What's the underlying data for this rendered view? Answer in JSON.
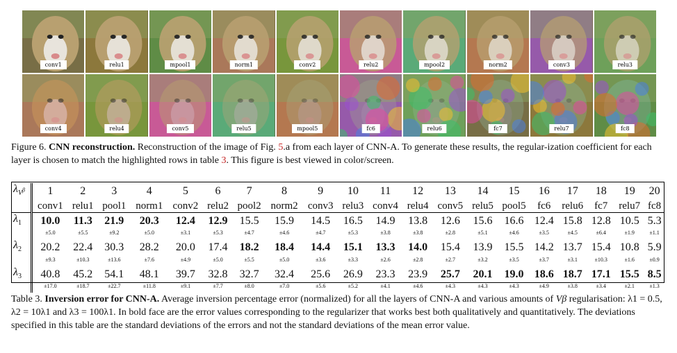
{
  "figure": {
    "row1": [
      "conv1",
      "relu1",
      "mpool1",
      "norm1",
      "conv2",
      "relu2",
      "mpool2",
      "norm2",
      "conv3",
      "relu3"
    ],
    "row2": [
      "conv4",
      "relu4",
      "conv5",
      "relu5",
      "mpool5",
      "fc6",
      "relu6",
      "fc7",
      "relu7",
      "fc8"
    ],
    "caption": {
      "prefix": "Figure 6. ",
      "title": "CNN reconstruction.",
      "text1": " Reconstruction of the image of Fig. ",
      "ref1": "5",
      "text2": ".a from each layer of CNN-A. To generate these results, the regular-ization coefficient for each layer is chosen to match the highlighted rows in table ",
      "ref2": "3",
      "text3": ". This figure is best viewed in color/screen."
    }
  },
  "table": {
    "corner": "λVβ",
    "numbers": [
      "1",
      "2",
      "3",
      "4",
      "5",
      "6",
      "7",
      "8",
      "9",
      "10",
      "11",
      "12",
      "13",
      "14",
      "15",
      "16",
      "17",
      "18",
      "19",
      "20"
    ],
    "layers": [
      "conv1",
      "relu1",
      "pool1",
      "norm1",
      "conv2",
      "relu2",
      "pool2",
      "norm2",
      "conv3",
      "relu3",
      "conv4",
      "relu4",
      "conv5",
      "relu5",
      "pool5",
      "fc6",
      "relu6",
      "fc7",
      "relu7",
      "fc8"
    ],
    "rows": [
      {
        "label": "λ1",
        "values": [
          "10.0",
          "11.3",
          "21.9",
          "20.3",
          "12.4",
          "12.9",
          "15.5",
          "15.9",
          "14.5",
          "16.5",
          "14.9",
          "13.8",
          "12.6",
          "15.6",
          "16.6",
          "12.4",
          "15.8",
          "12.8",
          "10.5",
          "5.3"
        ],
        "sd": [
          "±5.0",
          "±5.5",
          "±9.2",
          "±5.0",
          "±3.1",
          "±5.3",
          "±4.7",
          "±4.6",
          "±4.7",
          "±5.3",
          "±3.8",
          "±3.8",
          "±2.8",
          "±5.1",
          "±4.6",
          "±3.5",
          "±4.5",
          "±6.4",
          "±1.9",
          "±1.1"
        ],
        "bold": [
          0,
          1,
          2,
          3,
          4,
          5
        ]
      },
      {
        "label": "λ2",
        "values": [
          "20.2",
          "22.4",
          "30.3",
          "28.2",
          "20.0",
          "17.4",
          "18.2",
          "18.4",
          "14.4",
          "15.1",
          "13.3",
          "14.0",
          "15.4",
          "13.9",
          "15.5",
          "14.2",
          "13.7",
          "15.4",
          "10.8",
          "5.9"
        ],
        "sd": [
          "±9.3",
          "±10.3",
          "±13.6",
          "±7.6",
          "±4.9",
          "±5.0",
          "±5.5",
          "±5.0",
          "±3.6",
          "±3.3",
          "±2.6",
          "±2.8",
          "±2.7",
          "±3.2",
          "±3.5",
          "±3.7",
          "±3.1",
          "±10.3",
          "±1.6",
          "±0.9"
        ],
        "bold": [
          6,
          7,
          8,
          9,
          10,
          11
        ]
      },
      {
        "label": "λ3",
        "values": [
          "40.8",
          "45.2",
          "54.1",
          "48.1",
          "39.7",
          "32.8",
          "32.7",
          "32.4",
          "25.6",
          "26.9",
          "23.3",
          "23.9",
          "25.7",
          "20.1",
          "19.0",
          "18.6",
          "18.7",
          "17.1",
          "15.5",
          "8.5"
        ],
        "sd": [
          "±17.0",
          "±18.7",
          "±22.7",
          "±11.8",
          "±9.1",
          "±7.7",
          "±8.0",
          "±7.0",
          "±5.6",
          "±5.2",
          "±4.1",
          "±4.6",
          "±4.3",
          "±4.3",
          "±4.3",
          "±4.9",
          "±3.8",
          "±3.4",
          "±2.1",
          "±1.3"
        ],
        "bold": [
          12,
          13,
          14,
          15,
          16,
          17,
          18,
          19
        ]
      }
    ],
    "caption": {
      "title": "Table 3. ",
      "bold": "Inversion error for CNN-A.",
      "text1": " Average inversion percentage error (normalized) for all the layers of CNN-A and various amounts of ",
      "reg": "Vβ",
      "text2": " regularisation: λ1 = 0.5, λ2 = 10λ1 and λ3 = 100λ1. In bold face are the error values corresponding to the regularizer that works best both qualitatively and quantitatively. The deviations specified in this table are the standard deviations of the errors and not the standard deviations of the mean error value."
    }
  },
  "colors": {
    "ref": "#c62828"
  }
}
